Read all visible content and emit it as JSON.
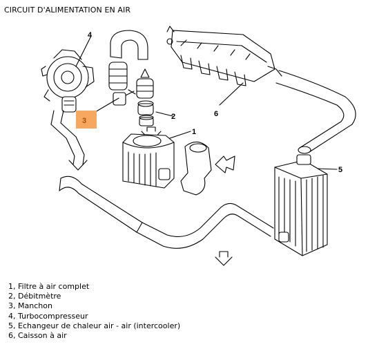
{
  "title": "CIRCUIT D'ALIMENTATION EN AIR",
  "callouts": [
    {
      "id": "callout-1",
      "label": "1"
    },
    {
      "id": "callout-2",
      "label": "2"
    },
    {
      "id": "callout-3",
      "label": "3",
      "highlight_color": "#f7a860"
    },
    {
      "id": "callout-4",
      "label": "4"
    },
    {
      "id": "callout-5",
      "label": "5"
    },
    {
      "id": "callout-6",
      "label": "6"
    }
  ],
  "legend": [
    "1, Filtre à air complet",
    "2, Débitmètre",
    "3, Manchon",
    "4, Turbocompresseur",
    "5, Echangeur de chaleur air - air (intercooler)",
    "6, Caisson à air"
  ],
  "colors": {
    "line": "#000000",
    "highlight": "#f7a860",
    "background": "#ffffff"
  }
}
